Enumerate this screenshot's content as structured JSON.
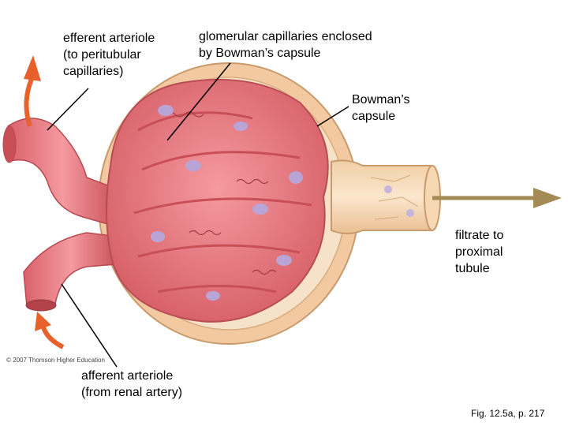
{
  "labels": {
    "efferent": "efferent arteriole\n(to peritubular\ncapillaries)",
    "glomerular": "glomerular capillaries enclosed\nby Bowman’s capsule",
    "bowman": "Bowman’s\ncapsule",
    "filtrate": "filtrate to\nproximal\ntubule",
    "afferent": "afferent arteriole\n(from renal artery)",
    "figure_ref": "Fig. 12.5a, p. 217",
    "copyright": "© 2007 Thomson Higher Education"
  },
  "colors": {
    "capsule_wall": "#f2c9a0",
    "capsule_space": "#f6e2c8",
    "capillary": "#e8777a",
    "capillary_dark": "#c94f57",
    "nucleus": "#b9a4d6",
    "arrow_blood": "#e8602c",
    "arrow_filtrate": "#a48a55"
  }
}
